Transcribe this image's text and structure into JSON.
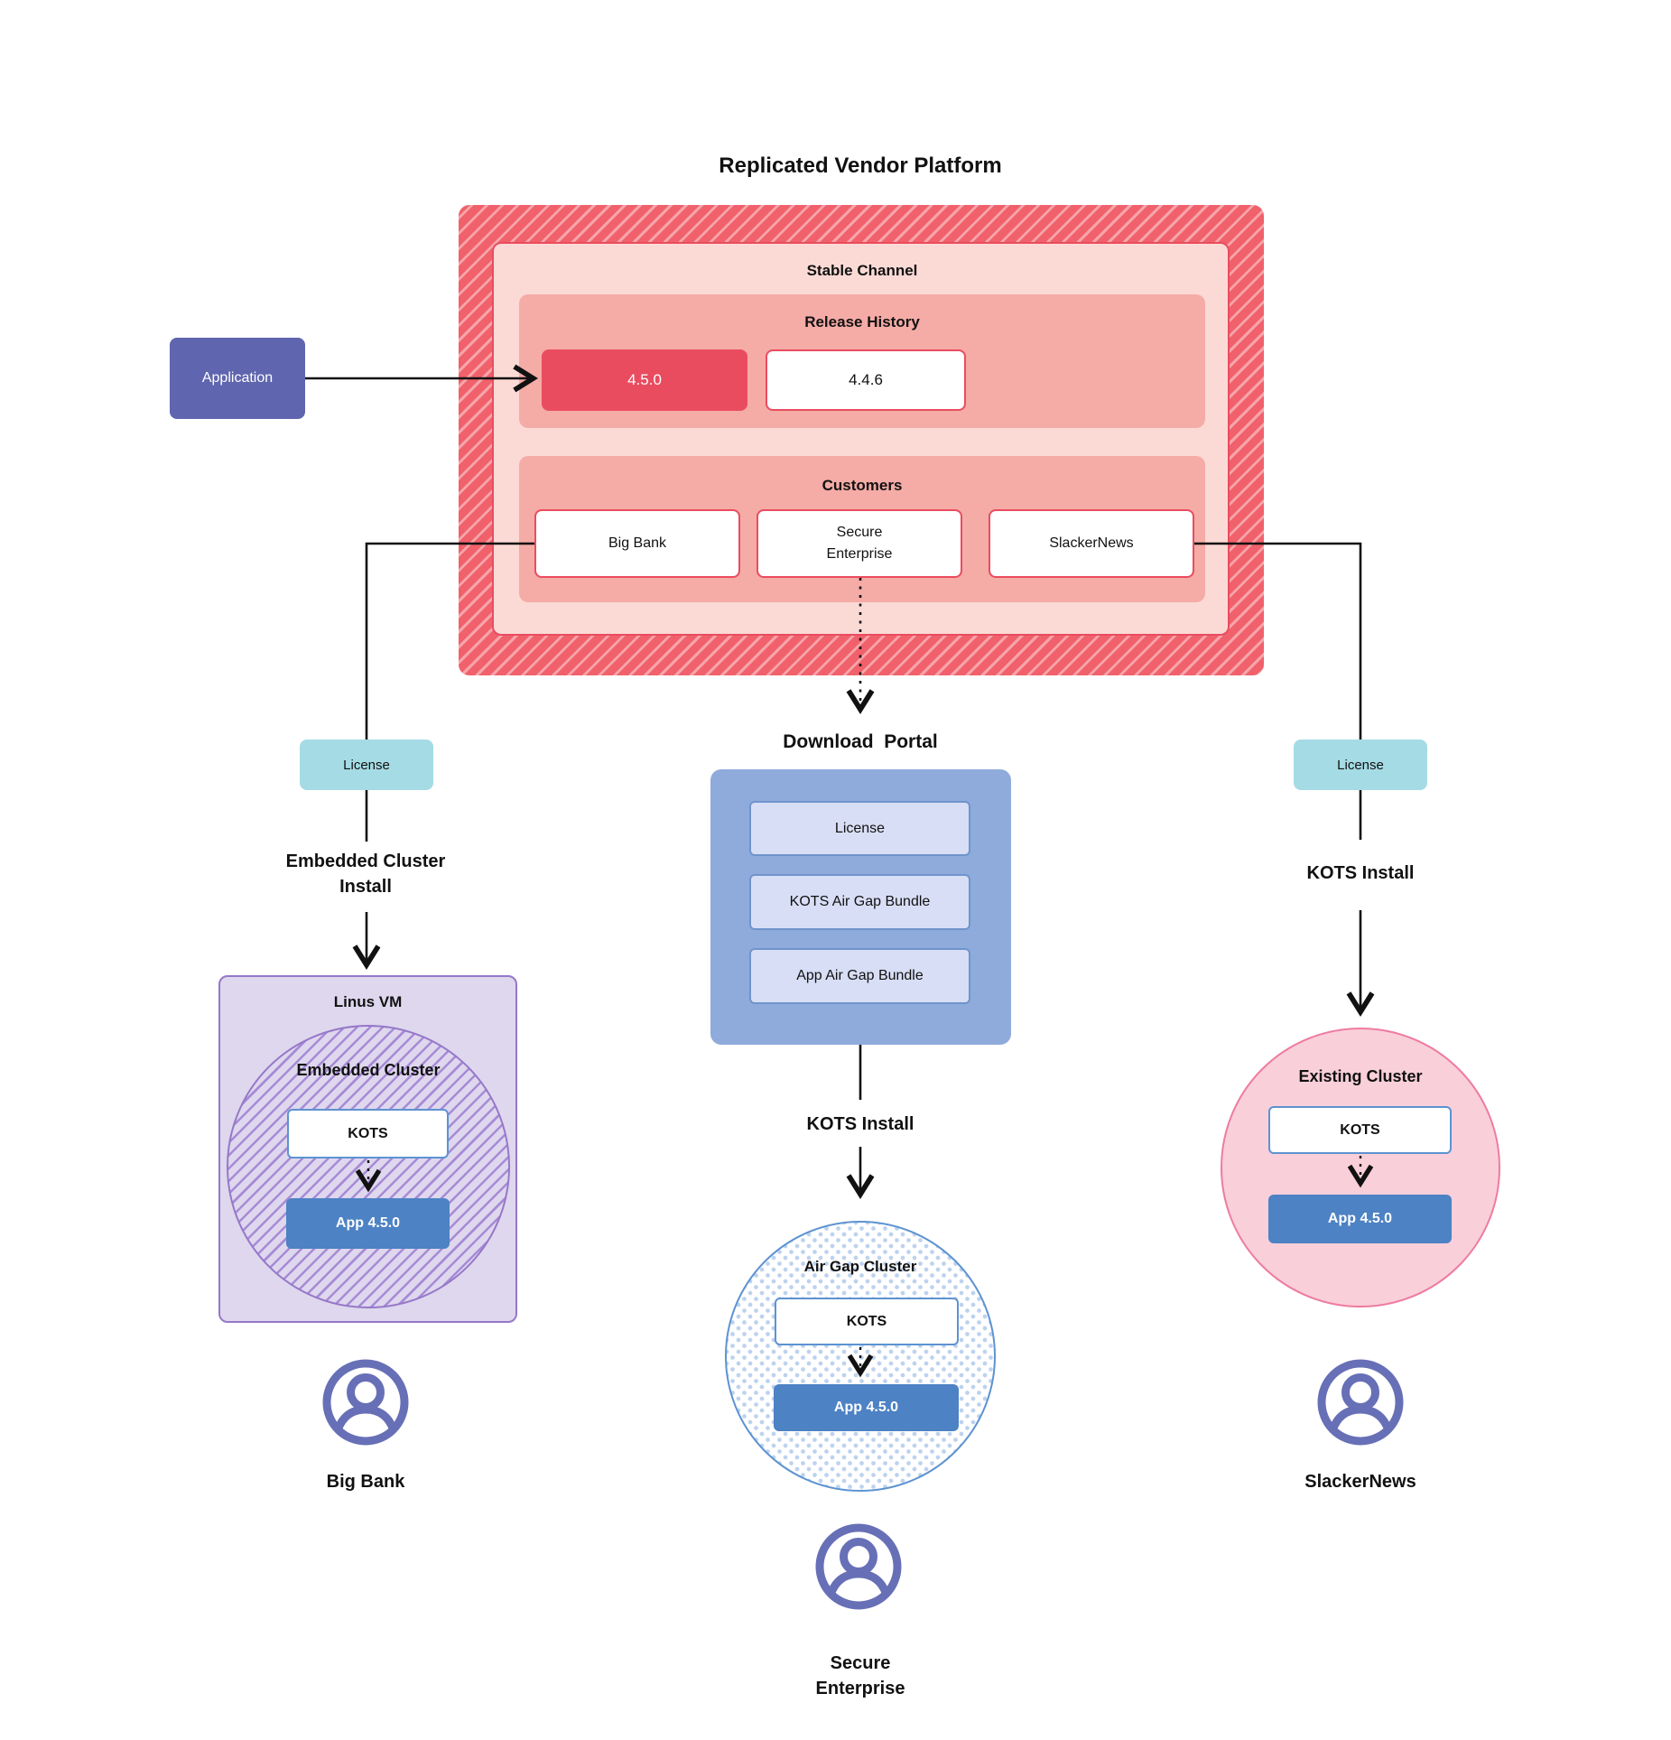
{
  "title": "Replicated Vendor Platform",
  "application": {
    "label": "Application"
  },
  "platform": {
    "stable_channel": {
      "label": "Stable Channel",
      "release_history": {
        "label": "Release History",
        "releases": [
          {
            "version": "4.5.0",
            "highlight": true
          },
          {
            "version": "4.4.6",
            "highlight": false
          }
        ]
      },
      "customers": {
        "label": "Customers",
        "items": [
          "Big Bank",
          "Secure Enterprise",
          "SlackerNews"
        ]
      }
    }
  },
  "flows": {
    "left": {
      "license_label": "License",
      "install_label": "Embedded Cluster Install",
      "vm": {
        "label": "Linus VM",
        "cluster_label": "Embedded Cluster",
        "kots_label": "KOTS",
        "app_label": "App 4.5.0"
      },
      "user_label": "Big Bank"
    },
    "middle": {
      "portal_label": "Download  Portal",
      "portal_items": [
        "License",
        "KOTS Air Gap Bundle",
        "App Air Gap Bundle"
      ],
      "install_label": "KOTS Install",
      "cluster": {
        "label": "Air Gap Cluster",
        "kots_label": "KOTS",
        "app_label": "App 4.5.0"
      },
      "user_label": "Secure Enterprise"
    },
    "right": {
      "license_label": "License",
      "install_label": "KOTS Install",
      "cluster": {
        "label": "Existing Cluster",
        "kots_label": "KOTS",
        "app_label": "App 4.5.0"
      },
      "user_label": "SlackerNews"
    }
  },
  "colors": {
    "accent_red": "#ea4c5f",
    "panel_pink": "#f5aba6",
    "panel_pink_light": "#fbdad6",
    "hatch_red": "#f0616c",
    "application_purple": "#5f65ae",
    "license_teal": "#a5dbe5",
    "portal_blue": "#8fabdb",
    "portal_item_blue": "#d8def5",
    "app_blue": "#4d82c4",
    "kots_border_blue": "#5d93d1",
    "vm_purple": "#ded7ee",
    "vm_border_purple": "#9678c8",
    "existing_pink": "#f9cfda",
    "existing_border_pink": "#ee7ba0",
    "user_icon_purple": "#6770b6"
  }
}
